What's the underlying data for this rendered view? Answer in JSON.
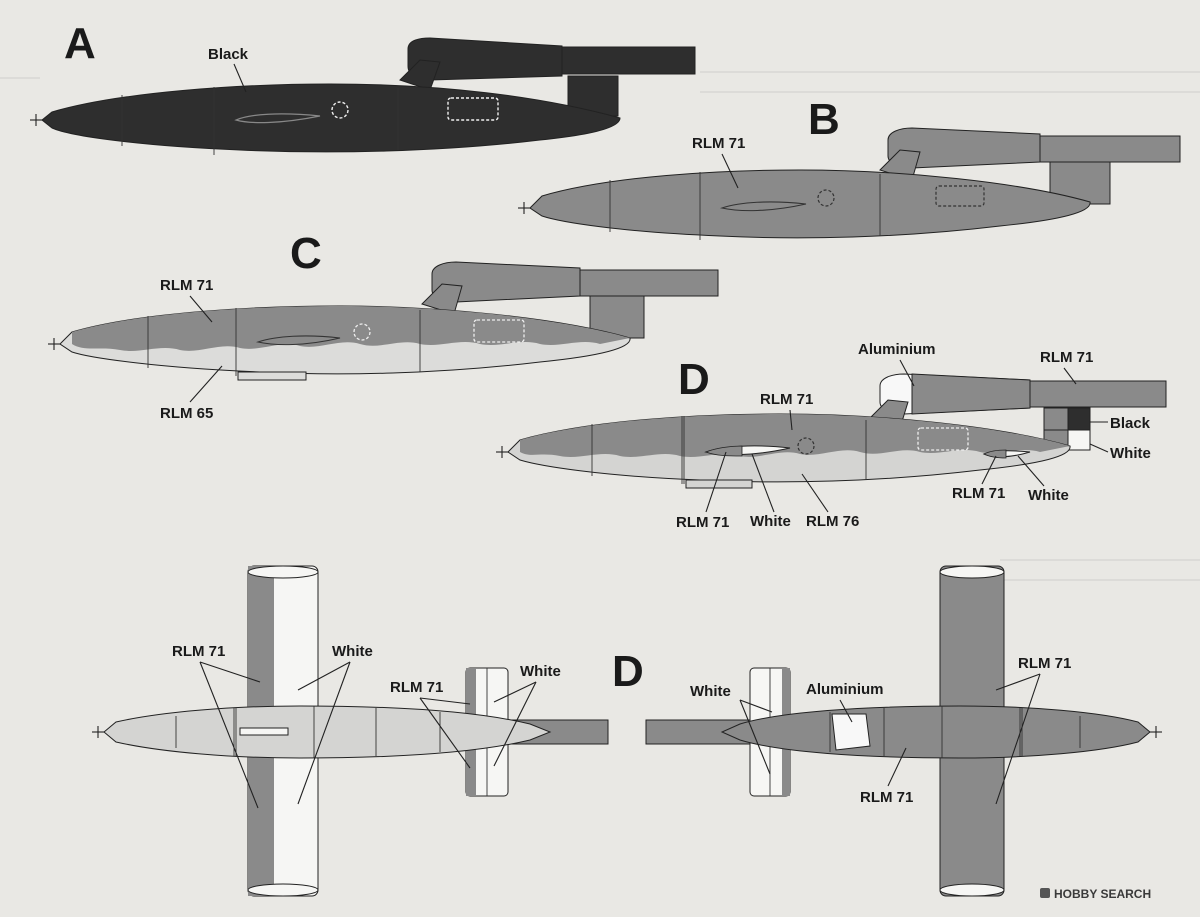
{
  "colors": {
    "black": "#2e2e2e",
    "rlm71": "#8a8a8a",
    "rlm65": "#dcdcda",
    "rlm76": "#d4d4d2",
    "white": "#f6f6f4",
    "aluminium": "#f8f8f8",
    "background": "#e9e8e4"
  },
  "schemes": {
    "a": {
      "letter": "A",
      "labels": {
        "black": "Black"
      }
    },
    "b": {
      "letter": "B",
      "labels": {
        "rlm71": "RLM 71"
      }
    },
    "c": {
      "letter": "C",
      "labels": {
        "rlm71": "RLM 71",
        "rlm65": "RLM 65"
      }
    },
    "d_side": {
      "letter": "D",
      "labels": {
        "aluminium": "Aluminium",
        "rlm71_top": "RLM 71",
        "black": "Black",
        "white_rudder": "White",
        "rlm71_fuselage": "RLM 71",
        "rlm71_wing": "RLM 71",
        "white_wing": "White",
        "rlm76": "RLM 76",
        "rlm71_tail": "RLM 71",
        "white_tail": "White"
      }
    },
    "d_plan": {
      "letter": "D",
      "labels": {
        "rlm71_left": "RLM 71",
        "white_left": "White",
        "rlm71_tail": "RLM 71",
        "white_tail": "White",
        "white_right": "White",
        "aluminium": "Aluminium",
        "rlm71_wing": "RLM 71",
        "rlm71_body": "RLM 71"
      }
    }
  },
  "watermark": "HOBBY SEARCH"
}
